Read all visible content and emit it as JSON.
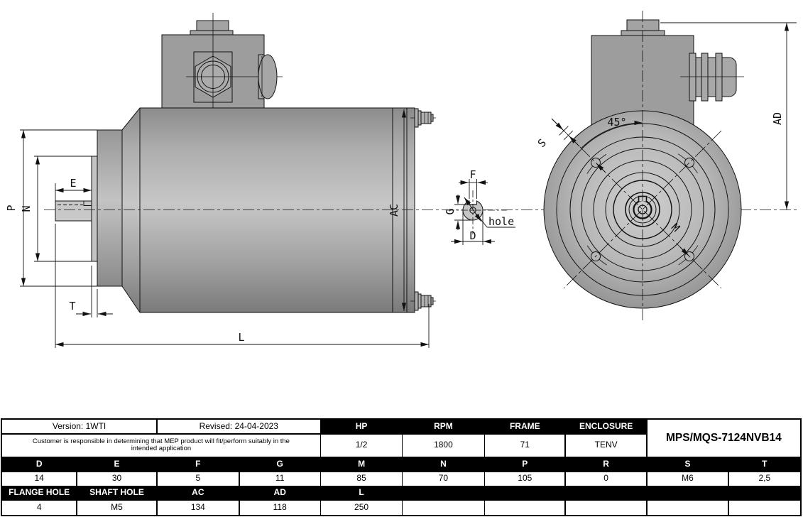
{
  "drawing": {
    "side_view": {
      "labels": {
        "P": "P",
        "N": "N",
        "E": "E",
        "T": "T",
        "L": "L",
        "AC": "AC"
      }
    },
    "shaft_detail": {
      "labels": {
        "F": "F",
        "G": "G",
        "D": "D",
        "hole": "hole"
      }
    },
    "front_view": {
      "labels": {
        "angle": "45°",
        "S": "S",
        "M": "M",
        "AD": "AD"
      }
    },
    "colors": {
      "line": "#111111",
      "body_gray": "#b5b5b5",
      "box_gray": "#9d9d9d"
    }
  },
  "table": {
    "version_label": "Version: 1WTI",
    "revised_label": "Revised: 24-04-2023",
    "disclaimer": "Customer is responsible in determining that MEP product will fit/perform suitably in the intended application",
    "model": "MPS/MQS-7124NVB14",
    "spec_headers": [
      "HP",
      "RPM",
      "FRAME",
      "ENCLOSURE"
    ],
    "spec_values": [
      "1/2",
      "1800",
      "71",
      "TENV"
    ],
    "dim_headers": [
      "D",
      "E",
      "F",
      "G",
      "M",
      "N",
      "P",
      "R",
      "S",
      "T"
    ],
    "dim_values": [
      "14",
      "30",
      "5",
      "11",
      "85",
      "70",
      "105",
      "0",
      "M6",
      "2,5"
    ],
    "extra_headers": [
      "FLANGE HOLE",
      "SHAFT HOLE",
      "AC",
      "AD",
      "L"
    ],
    "extra_values": [
      "4",
      "M5",
      "134",
      "118",
      "250"
    ]
  }
}
